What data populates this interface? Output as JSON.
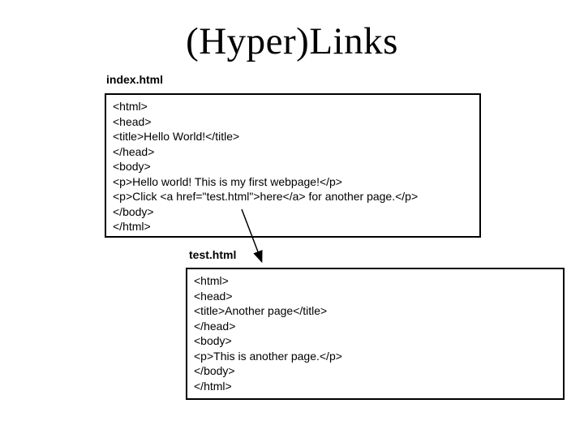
{
  "slide": {
    "title": "(Hyper)Links",
    "colors": {
      "background": "#ffffff",
      "text": "#000000",
      "border": "#000000",
      "arrow": "#000000"
    },
    "files": [
      {
        "label": "index.html",
        "code_lines": [
          "<html>",
          "<head>",
          "<title>Hello World!</title>",
          "</head>",
          "<body>",
          "<p>Hello world! This is my first webpage!</p>",
          "<p>Click <a href=\"test.html\">here</a> for another page.</p>",
          "</body>",
          "</html>"
        ]
      },
      {
        "label": "test.html",
        "code_lines": [
          "<html>",
          "<head>",
          "<title>Another page</title>",
          "</head>",
          "<body>",
          "<p>This is another page.</p>",
          "</body>",
          "</html>"
        ]
      }
    ],
    "arrow_icon": "down-right-arrow"
  }
}
